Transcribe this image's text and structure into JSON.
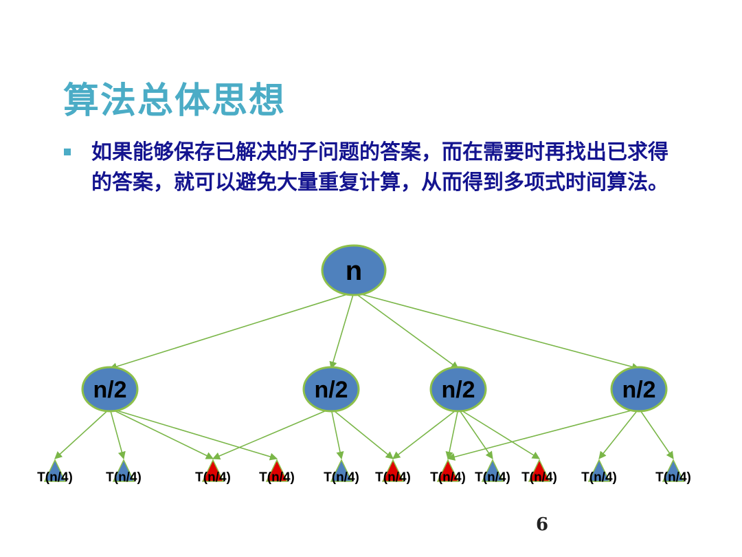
{
  "slide": {
    "title": "算法总体思想",
    "bullet_text": "如果能够保存已解决的子问题的答案，而在需要时再找出已求得的答案，就可以避免大量重复计算，从而得到多项式时间算法。",
    "page_number": "6"
  },
  "diagram": {
    "colors": {
      "node_fill": "#4f81bd",
      "node_border": "#8ec04a",
      "edge": "#7ab648",
      "leaf_plain": "#4f81bd",
      "leaf_repeated": "#e00000",
      "label_text": "#000000"
    },
    "root": {
      "label": "n"
    },
    "level1": [
      {
        "label": "n/2",
        "children": [
          0,
          1,
          2,
          3
        ]
      },
      {
        "label": "n/2",
        "children": [
          2,
          4,
          5
        ]
      },
      {
        "label": "n/2",
        "children": [
          5,
          6,
          7,
          8
        ]
      },
      {
        "label": "n/2",
        "children": [
          6,
          9,
          10
        ]
      }
    ],
    "leaves": [
      {
        "label": "T(n/4)",
        "repeated": false
      },
      {
        "label": "T(n/4)",
        "repeated": false
      },
      {
        "label": "T(n/4)",
        "repeated": true
      },
      {
        "label": "T(n/4)",
        "repeated": true
      },
      {
        "label": "T(n/4)",
        "repeated": false
      },
      {
        "label": "T(n/4)",
        "repeated": true
      },
      {
        "label": "T(n/4)",
        "repeated": true
      },
      {
        "label": "T(n/4)",
        "repeated": false
      },
      {
        "label": "T(n/4)",
        "repeated": true
      },
      {
        "label": "T(n/4)",
        "repeated": false
      },
      {
        "label": "T(n/4)",
        "repeated": false
      }
    ]
  }
}
